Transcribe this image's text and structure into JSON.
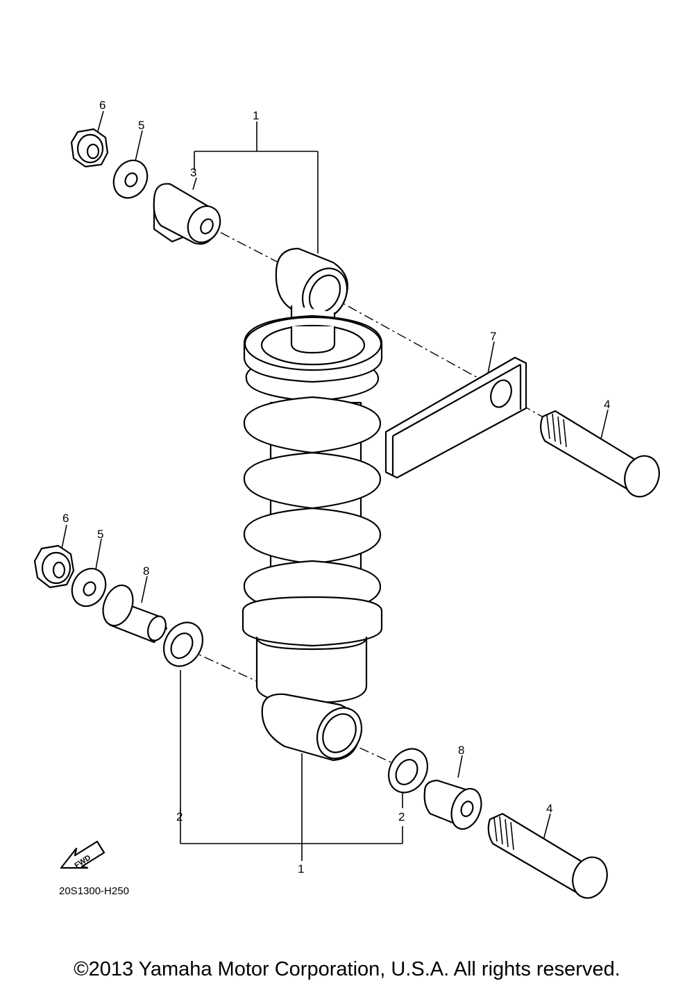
{
  "diagram": {
    "labels": {
      "nut_top": "6",
      "washer_top": "5",
      "shock_top": "1",
      "collar_top": "3",
      "bracket": "7",
      "bolt_top": "4",
      "nut_bottom": "6",
      "washer_bottom": "5",
      "bushing_bottom_left": "8",
      "seal_left": "2",
      "shock_bottom": "1",
      "seal_right": "2",
      "bushing_bottom_right": "8",
      "bolt_bottom": "4"
    },
    "fwd_arrow_text": "FWD",
    "drawing_code": "20S1300-H250"
  },
  "footer": {
    "copyright": "©2013 Yamaha Motor Corporation, U.S.A. All rights reserved."
  }
}
